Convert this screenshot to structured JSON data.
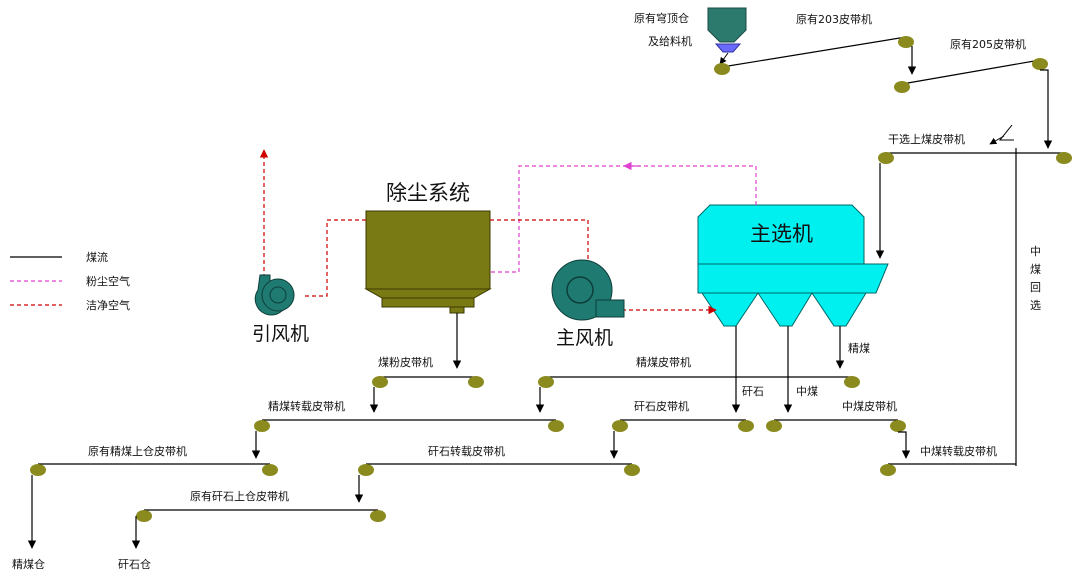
{
  "colors": {
    "coal_flow": "#000000",
    "dusty_air": "#e040d0",
    "clean_air": "#cc0000",
    "roller": "#8a8a1e",
    "dust_system": "#7a7a14",
    "machine_cyan": "#00f0f0",
    "fan_teal": "#1f7a72",
    "hopper_teal": "#2c7a6e",
    "hopper_blue": "#6a6aff"
  },
  "legend": {
    "coal_flow": "煤流",
    "dusty_air": "粉尘空气",
    "clean_air": "洁净空气"
  },
  "equipment": {
    "dust_system": "除尘系统",
    "main_separator": "主选机",
    "induced_fan": "引风机",
    "main_fan": "主风机",
    "dome_bin": "原有穹顶仓",
    "dome_bin_line2": "及给料机"
  },
  "conveyors": {
    "c203": "原有203皮带机",
    "c205": "原有205皮带机",
    "dry_feed": "干选上煤皮带机",
    "coal_powder": "煤粉皮带机",
    "clean_coal": "精煤皮带机",
    "clean_coal_transfer": "精煤转载皮带机",
    "gangue": "矸石皮带机",
    "middling": "中煤皮带机",
    "clean_coal_bin_feed": "原有精煤上仓皮带机",
    "gangue_transfer": "矸石转载皮带机",
    "middling_transfer": "中煤转载皮带机",
    "gangue_bin_feed": "原有矸石上仓皮带机"
  },
  "products": {
    "clean_coal": "精煤",
    "gangue": "矸石",
    "middling": "中煤"
  },
  "recycle": [
    "中",
    "煤",
    "回",
    "选"
  ],
  "bins": {
    "clean_coal_bin": "精煤仓",
    "gangue_bin": "矸石仓"
  }
}
